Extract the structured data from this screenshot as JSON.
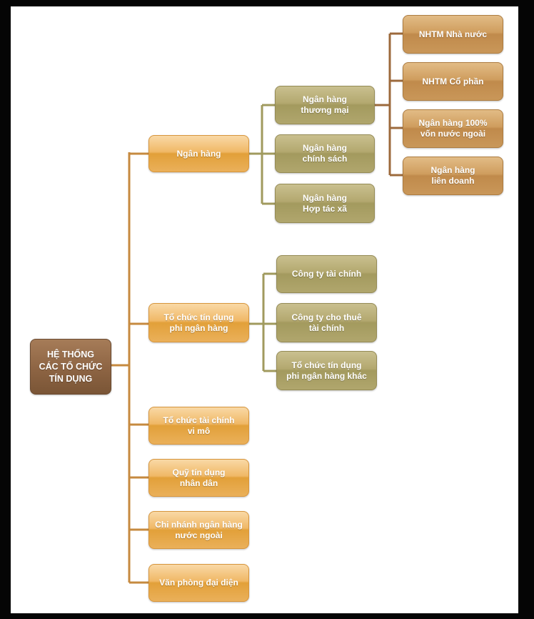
{
  "diagram": {
    "root": "HỆ THỐNG\nCÁC TỔ CHỨC\nTÍN DỤNG",
    "level1": [
      "Ngân hàng",
      "Tổ chức tín dụng\nphi ngân hàng",
      "Tổ chức tài chính\nvi mô",
      "Quỹ tín dụng\nnhân dân",
      "Chi nhánh ngân hàng\nnước ngoài",
      "Văn phòng đại diện"
    ],
    "banks": [
      "Ngân hàng\nthương mại",
      "Ngân hàng\nchính sách",
      "Ngân hàng\nHợp tác xã"
    ],
    "commercial_banks": [
      "NHTM Nhà nước",
      "NHTM Cổ phần",
      "Ngân hàng 100%\nvốn nước ngoài",
      "Ngân hàng\nliên doanh"
    ],
    "non_bank": [
      "Công ty tài chính",
      "Công ty cho thuê\ntài chính",
      "Tổ chức tín dụng\nphi ngân hàng khác"
    ]
  },
  "colors": {
    "root": "#8d6443",
    "level1": "#f0b866",
    "level2": "#b3a86f",
    "level3": "#cf9d5e",
    "connector_main": "#c68a3f",
    "connector_olive": "#a09a5e",
    "connector_brown": "#9c6a3c"
  }
}
